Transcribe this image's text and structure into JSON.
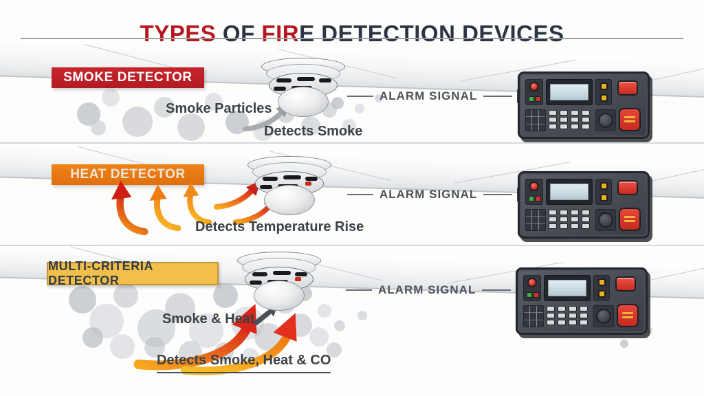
{
  "title": {
    "segments": [
      {
        "text": "TYPES",
        "color": "#B5161F"
      },
      {
        "text": " OF ",
        "color": "#2B3442"
      },
      {
        "text": "FIR",
        "color": "#B5161F"
      },
      {
        "text": "E DETECTION DEVICES",
        "color": "#2B3442"
      }
    ]
  },
  "rows": [
    {
      "id": "smoke-detector",
      "badge_label": "SMOKE DETECTOR",
      "cause_label": "Smoke Particles",
      "action_label": "Detects Smoke",
      "alarm_label": "ALARM SIGNAL",
      "badge_bg": "#C12026",
      "badge_text_color": "#FFFFFF"
    },
    {
      "id": "heat-detector",
      "badge_label": "HEAT DETECTOR",
      "cause_label": "",
      "action_label": "Detects Temperature Rise",
      "alarm_label": "ALARM SIGNAL",
      "badge_bg": "#E97A15",
      "badge_text_color": "#F0E6D8"
    },
    {
      "id": "multi-criteria-detector",
      "badge_label": "MULTI-CRITERIA DETECTOR",
      "cause_label": "Smoke & Heat",
      "action_label": "Detects Smoke, Heat & CO",
      "alarm_label": "ALARM SIGNAL",
      "badge_bg": "#F2C04A",
      "badge_text_color": "#333B46"
    }
  ],
  "colors": {
    "title_red": "#B5161F",
    "title_dark": "#2B3442",
    "label_text": "#3B4148",
    "alarm_text": "#4B5157",
    "panel_body": "#42474E",
    "panel_red_button": "#D8382C",
    "panel_yellow_button": "#E9B11C",
    "panel_lcd": "#C7D8E0",
    "heat_arrow_red": "#CF1F14",
    "heat_arrow_orange": "#F59E1E",
    "smoke_gray": "#C3C6CB"
  },
  "icons": {
    "detector_device": "ceiling-smoke-detector",
    "alarm_panel": "fire-alarm-control-panel",
    "alarm_arrow": "right-arrowhead",
    "smoke": "smoke-puffs",
    "heat": "curved-heat-arrows"
  }
}
